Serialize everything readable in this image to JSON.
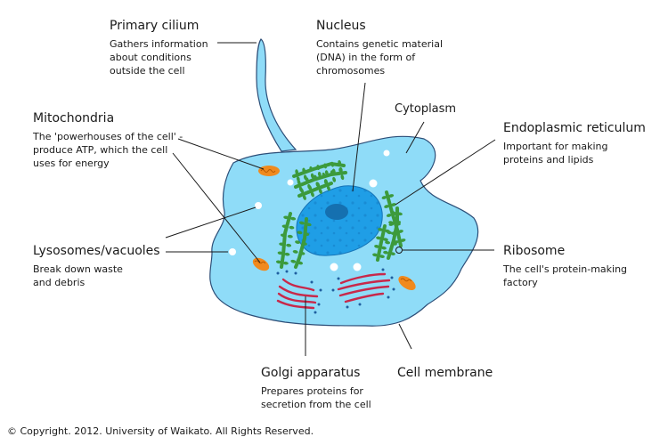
{
  "labels": {
    "primary_cilium": {
      "title": "Primary cilium",
      "desc": [
        "Gathers information",
        "about conditions",
        "outside the cell"
      ]
    },
    "nucleus": {
      "title": "Nucleus",
      "desc": [
        "Contains genetic material",
        "(DNA) in the form of",
        "chromosomes"
      ]
    },
    "cytoplasm": {
      "title": "Cytoplasm"
    },
    "mitochondria": {
      "title": "Mitochondria",
      "desc": [
        "The 'powerhouses of the cell' -",
        "produce ATP, which the cell",
        "uses for energy"
      ]
    },
    "endoplasmic_reticulum": {
      "title": "Endoplasmic reticulum",
      "desc": [
        "Important for making",
        "proteins and lipids"
      ]
    },
    "lysosomes": {
      "title": "Lysosomes/vacuoles",
      "desc": [
        "Break down waste",
        "and debris"
      ]
    },
    "ribosome": {
      "title": "Ribosome",
      "desc": [
        "The cell's protein-making",
        "factory"
      ]
    },
    "golgi": {
      "title": "Golgi apparatus",
      "desc": [
        "Prepares proteins for",
        "secretion from the cell"
      ]
    },
    "cell_membrane": {
      "title": "Cell membrane"
    }
  },
  "copyright": "© Copyright. 2012. University of Waikato. All Rights Reserved.",
  "colors": {
    "cytoplasm": "#8fdcf8",
    "membrane_stroke": "#2c4e78",
    "nucleus": "#1f9ee6",
    "nucleolus": "#1570b0",
    "er_green": "#3c9a3c",
    "golgi_red": "#c8284a",
    "mitochondria": "#f08a1e",
    "leader_line": "#1a1a1a"
  }
}
